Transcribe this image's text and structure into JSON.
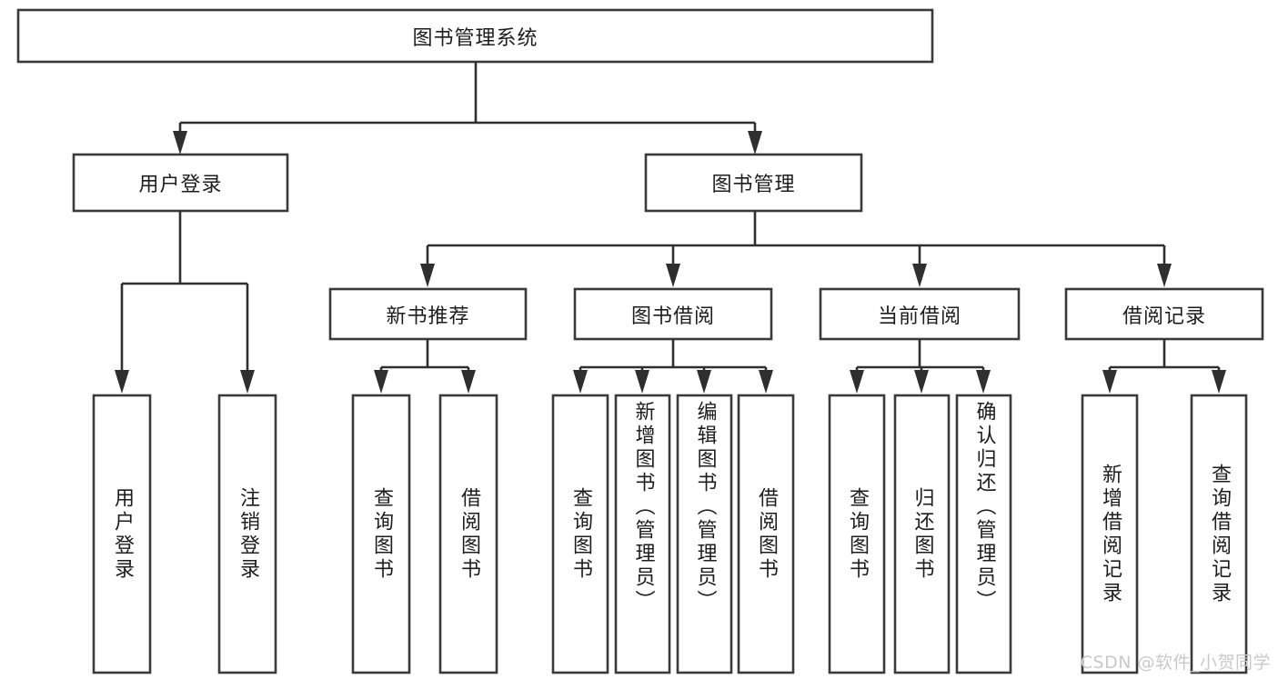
{
  "diagram": {
    "title": "图书管理系统",
    "type": "tree",
    "root": {
      "id": "root",
      "label": "图书管理系统"
    },
    "levels": [
      {
        "level": 1,
        "nodes": [
          {
            "id": "root",
            "label": "图书管理系统"
          }
        ]
      },
      {
        "level": 2,
        "nodes": [
          {
            "id": "user-login",
            "label": "用户登录",
            "parent": "root"
          },
          {
            "id": "book-management",
            "label": "图书管理",
            "parent": "root"
          }
        ]
      },
      {
        "level": 3,
        "nodes": [
          {
            "id": "new-book-recommend",
            "label": "新书推荐",
            "parent": "book-management"
          },
          {
            "id": "book-borrow",
            "label": "图书借阅",
            "parent": "book-management"
          },
          {
            "id": "current-borrow",
            "label": "当前借阅",
            "parent": "book-management"
          },
          {
            "id": "borrow-record",
            "label": "借阅记录",
            "parent": "book-management"
          }
        ]
      },
      {
        "level": 4,
        "nodes": [
          {
            "id": "leaf-user-login",
            "label": "用户登录",
            "parent": "user-login"
          },
          {
            "id": "leaf-user-logout",
            "label": "注销登录",
            "parent": "user-login"
          },
          {
            "id": "leaf-query-book-1",
            "label": "查询图书",
            "parent": "new-book-recommend"
          },
          {
            "id": "leaf-borrow-book-1",
            "label": "借阅图书",
            "parent": "new-book-recommend"
          },
          {
            "id": "leaf-query-book-2",
            "label": "查询图书",
            "parent": "book-borrow"
          },
          {
            "id": "leaf-add-book",
            "label": "新增图书（管理员）",
            "parent": "book-borrow"
          },
          {
            "id": "leaf-edit-book",
            "label": "编辑图书（管理员）",
            "parent": "book-borrow"
          },
          {
            "id": "leaf-borrow-book-2",
            "label": "借阅图书",
            "parent": "book-borrow"
          },
          {
            "id": "leaf-query-book-3",
            "label": "查询图书",
            "parent": "current-borrow"
          },
          {
            "id": "leaf-return-book",
            "label": "归还图书",
            "parent": "current-borrow"
          },
          {
            "id": "leaf-confirm-return",
            "label": "确认归还（管理员）",
            "parent": "current-borrow"
          },
          {
            "id": "leaf-add-record",
            "label": "新增借阅记录",
            "parent": "borrow-record"
          },
          {
            "id": "leaf-query-record",
            "label": "查询借阅记录",
            "parent": "borrow-record"
          }
        ]
      }
    ],
    "colors": {
      "box_stroke": "#3a3a3a",
      "box_fill": "#ffffff",
      "connector": "#2f2f2f",
      "text": "#1d1d1d",
      "watermark": "#c9c9c9",
      "background": "#ffffff"
    }
  },
  "watermark": {
    "text": "CSDN @软件_小贺同学"
  }
}
